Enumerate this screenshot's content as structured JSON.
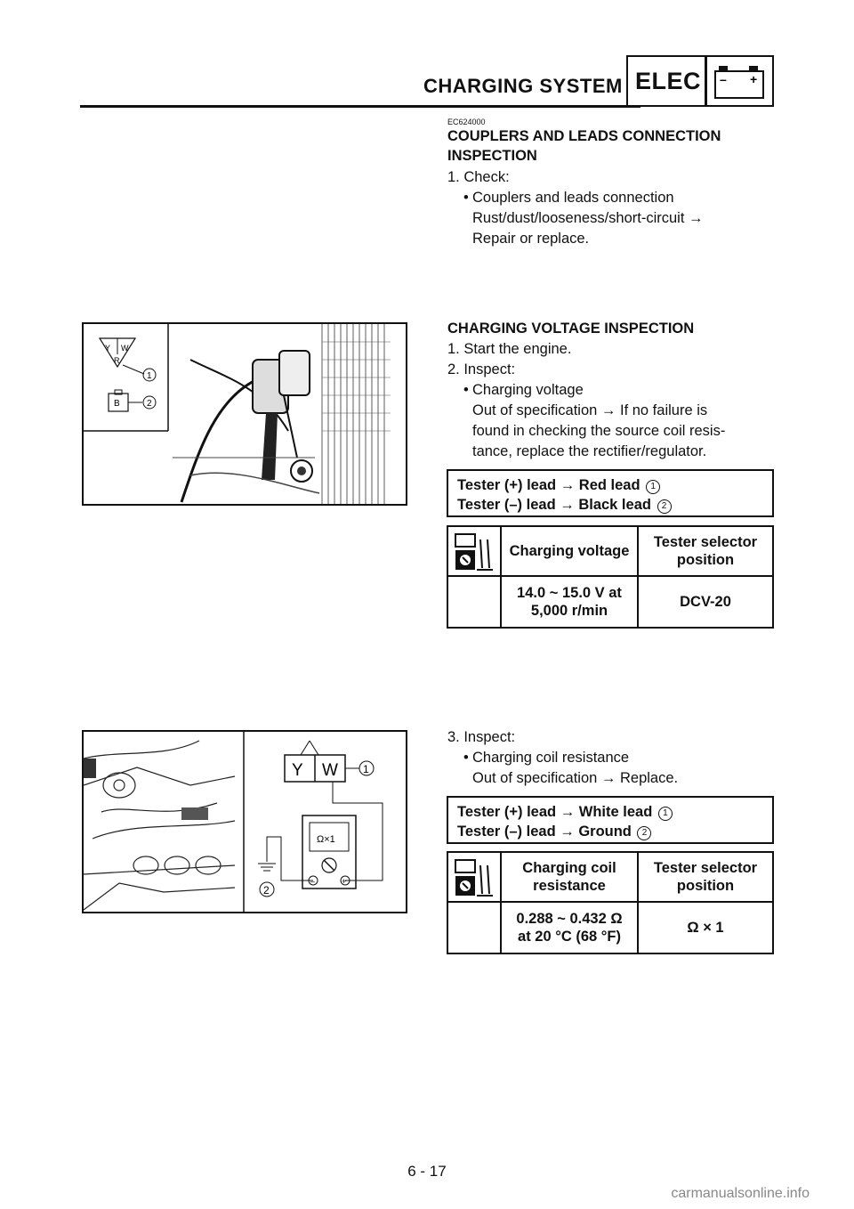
{
  "header": {
    "section_title": "CHARGING SYSTEM",
    "chapter_label": "ELEC",
    "battery_minus": "–",
    "battery_plus": "+"
  },
  "section1": {
    "code": "EC624000",
    "heading_line1": "COUPLERS AND LEADS CONNECTION",
    "heading_line2": "INSPECTION",
    "step1_label": "1.  Check:",
    "bullet1": "Couplers and leads connection",
    "detail_line1": "Rust/dust/looseness/short-circuit →",
    "detail_line2": "Repair or replace."
  },
  "section2": {
    "heading": "CHARGING VOLTAGE INSPECTION",
    "step1": "1.  Start the engine.",
    "step2": "2.  Inspect:",
    "bullet": "Charging voltage",
    "detail_lines": [
      "Out of specification → If no failure is",
      "found in checking the source coil resis-",
      "tance, replace the rectifier/regulator."
    ],
    "spec_line1": "Tester (+) lead → Red lead",
    "spec_line1_num": "1",
    "spec_line2": "Tester (–) lead → Black lead",
    "spec_line2_num": "2",
    "table": {
      "col1_header": "Charging voltage",
      "col2_header": "Tester selector position",
      "col1_value_line1": "14.0 ~ 15.0 V at",
      "col1_value_line2": "5,000 r/min",
      "col2_value": "DCV-20"
    },
    "figure": {
      "label_y": "Y",
      "label_w": "W",
      "label_r": "R",
      "label_b": "B",
      "callout1": "1",
      "callout2": "2"
    }
  },
  "section3": {
    "step3": "3.  Inspect:",
    "bullet": "Charging coil resistance",
    "detail": "Out of specification → Replace.",
    "spec_line1": "Tester (+) lead → White lead",
    "spec_line1_num": "1",
    "spec_line2": "Tester (–) lead → Ground",
    "spec_line2_num": "2",
    "table": {
      "col1_header": "Charging coil resistance",
      "col2_header": "Tester selector position",
      "col1_value_line1": "0.288 ~ 0.432 Ω",
      "col1_value_line2": "at 20 °C (68 °F)",
      "col2_value": "Ω × 1"
    },
    "figure": {
      "label_y": "Y",
      "label_w": "W",
      "meter_scale": "Ω×1",
      "callout1": "1",
      "callout2": "2",
      "minus": "–",
      "plus": "+"
    }
  },
  "footer": {
    "page_number": "6 - 17",
    "watermark": "carmanualsonline.info"
  }
}
